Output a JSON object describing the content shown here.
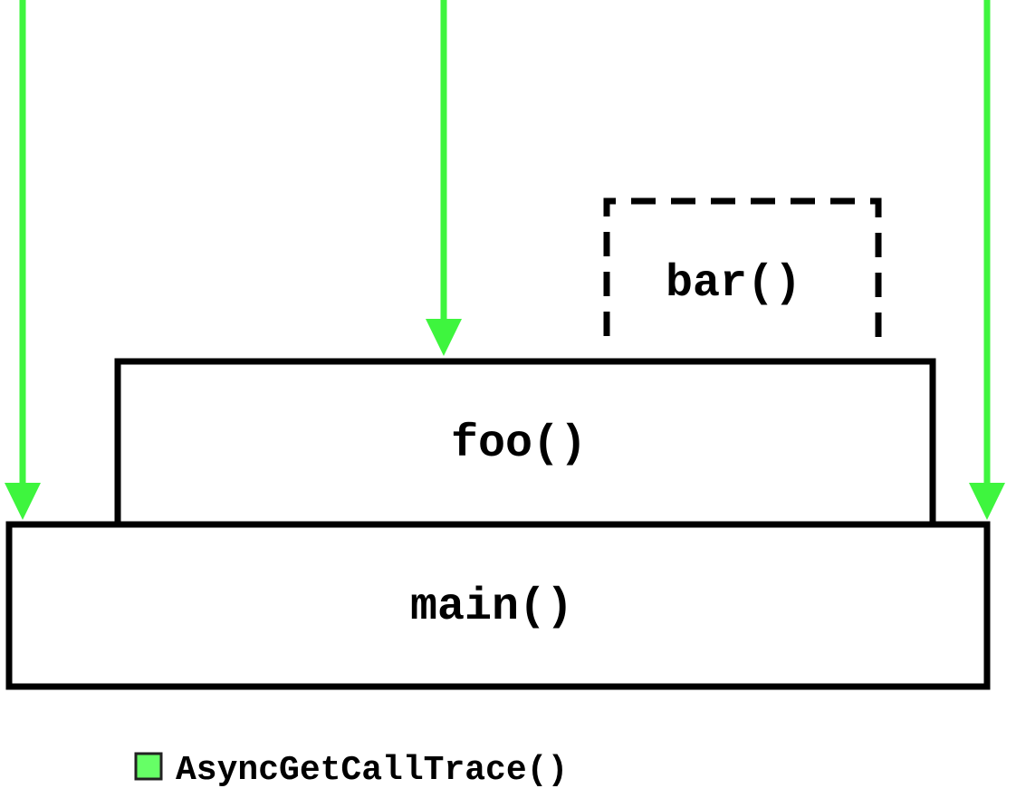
{
  "colors": {
    "arrow": "#3ef53e",
    "legend_swatch": "#66ff66",
    "frame_stroke": "#000000",
    "background": "#ffffff"
  },
  "frames": {
    "main": {
      "label": "main()"
    },
    "foo": {
      "label": "foo()"
    },
    "bar": {
      "label": "bar()",
      "style": "dashed"
    }
  },
  "arrows": [
    {
      "name": "arrow-left",
      "target": "main"
    },
    {
      "name": "arrow-middle",
      "target": "foo"
    },
    {
      "name": "arrow-right",
      "target": "main"
    }
  ],
  "legend": {
    "label": "AsyncGetCallTrace()"
  }
}
